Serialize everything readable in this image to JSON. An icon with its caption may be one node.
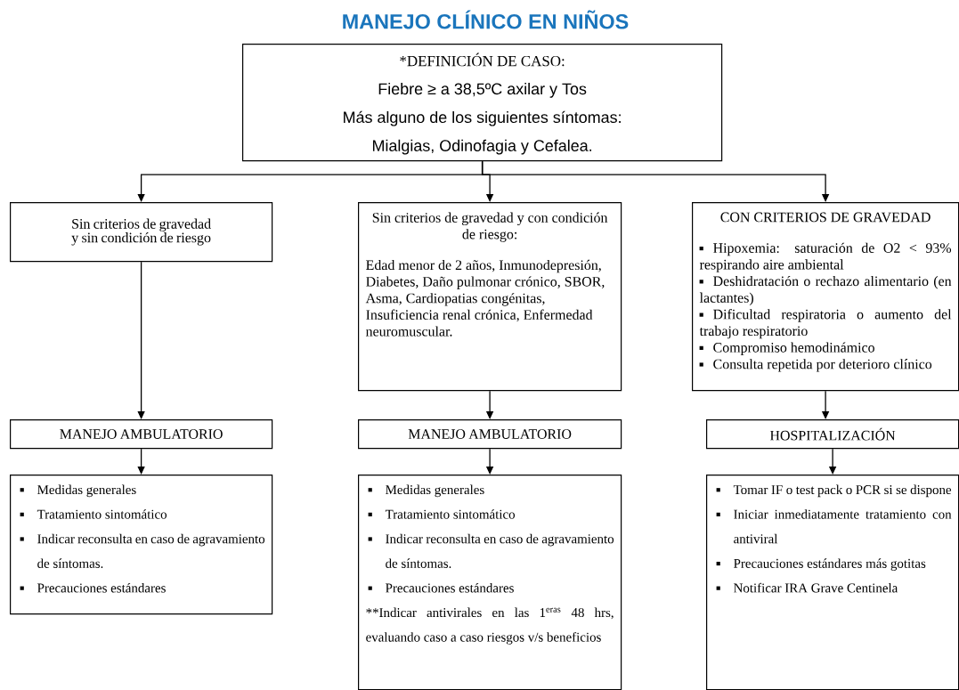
{
  "diagram": {
    "title": "MANEJO CLÍNICO EN NIÑOS",
    "nodes": [
      {
        "text": [
          "*DEFINICIÓN DE CASO:",
          "Fiebre ≥ a 38,5ºC axilar  y Tos",
          "Más alguno de los siguientes síntomas:",
          "Mialgias, Odinofagia y Cefalea."
        ]
      },
      {
        "text": [
          "Sin criterios de gravedad y sin condición de riesgo"
        ]
      },
      {
        "text": [
          "Sin criterios de gravedad y con condición de riesgo:",
          "Edad menor de 2 años, Inmunodepresión, Diabetes, Daño pulmonar crónico, SBOR, Asma, Cardiopatias congénitas, Insuficiencia renal crónica, Enfermedad neuromuscular."
        ]
      },
      {
        "text": [
          "CON CRITERIOS DE GRAVEDAD",
          "Hipoxemia: saturación de O2 < 93% respirando aire ambiental",
          "Deshidratación o rechazo alimentario (en lactantes)",
          "Dificultad respiratoria o aumento del trabajo respiratorio",
          "Compromiso hemodinámico",
          "Consulta repetida por deterioro clínico"
        ]
      },
      {
        "text": [
          "MANEJO AMBULATORIO"
        ]
      },
      {
        "text": [
          "MANEJO AMBULATORIO"
        ]
      },
      {
        "text": [
          "HOSPITALIZACIÓN"
        ]
      },
      {
        "text": [
          "Medidas generales",
          "Tratamiento sintomático",
          "Indicar reconsulta en caso de agravamiento de síntomas.",
          "Precauciones estándares"
        ]
      },
      {
        "text": [
          "Medidas generales",
          "Tratamiento sintomático",
          "Indicar reconsulta en caso de agravamiento de síntomas.",
          "Precauciones estándares",
          "**Indicar antivirales en las 1$^{eras}$ 48 hrs, evaluando caso a caso riesgos v/s beneficios"
        ]
      },
      {
        "text": [
          "Tomar IF o test pack o PCR si se dispone",
          "Iniciar inmediatamente tratamiento con antiviral",
          "Precauciones estándares más gotitas",
          "Notificar IRA Grave Centinela"
        ]
      }
    ],
    "edges": [
      {
        "from": 0,
        "to": 1,
        "arrow": "to"
      },
      {
        "from": 0,
        "to": 2,
        "arrow": "to"
      },
      {
        "from": 0,
        "to": 3,
        "arrow": "to"
      },
      {
        "from": 1,
        "to": 4,
        "arrow": "to"
      },
      {
        "from": 2,
        "to": 5,
        "arrow": "to"
      },
      {
        "from": 3,
        "to": 6,
        "arrow": "to"
      },
      {
        "from": 4,
        "to": 7,
        "arrow": "to"
      },
      {
        "from": 5,
        "to": 8,
        "arrow": "to"
      },
      {
        "from": 6,
        "to": 9,
        "arrow": "to"
      }
    ]
  }
}
